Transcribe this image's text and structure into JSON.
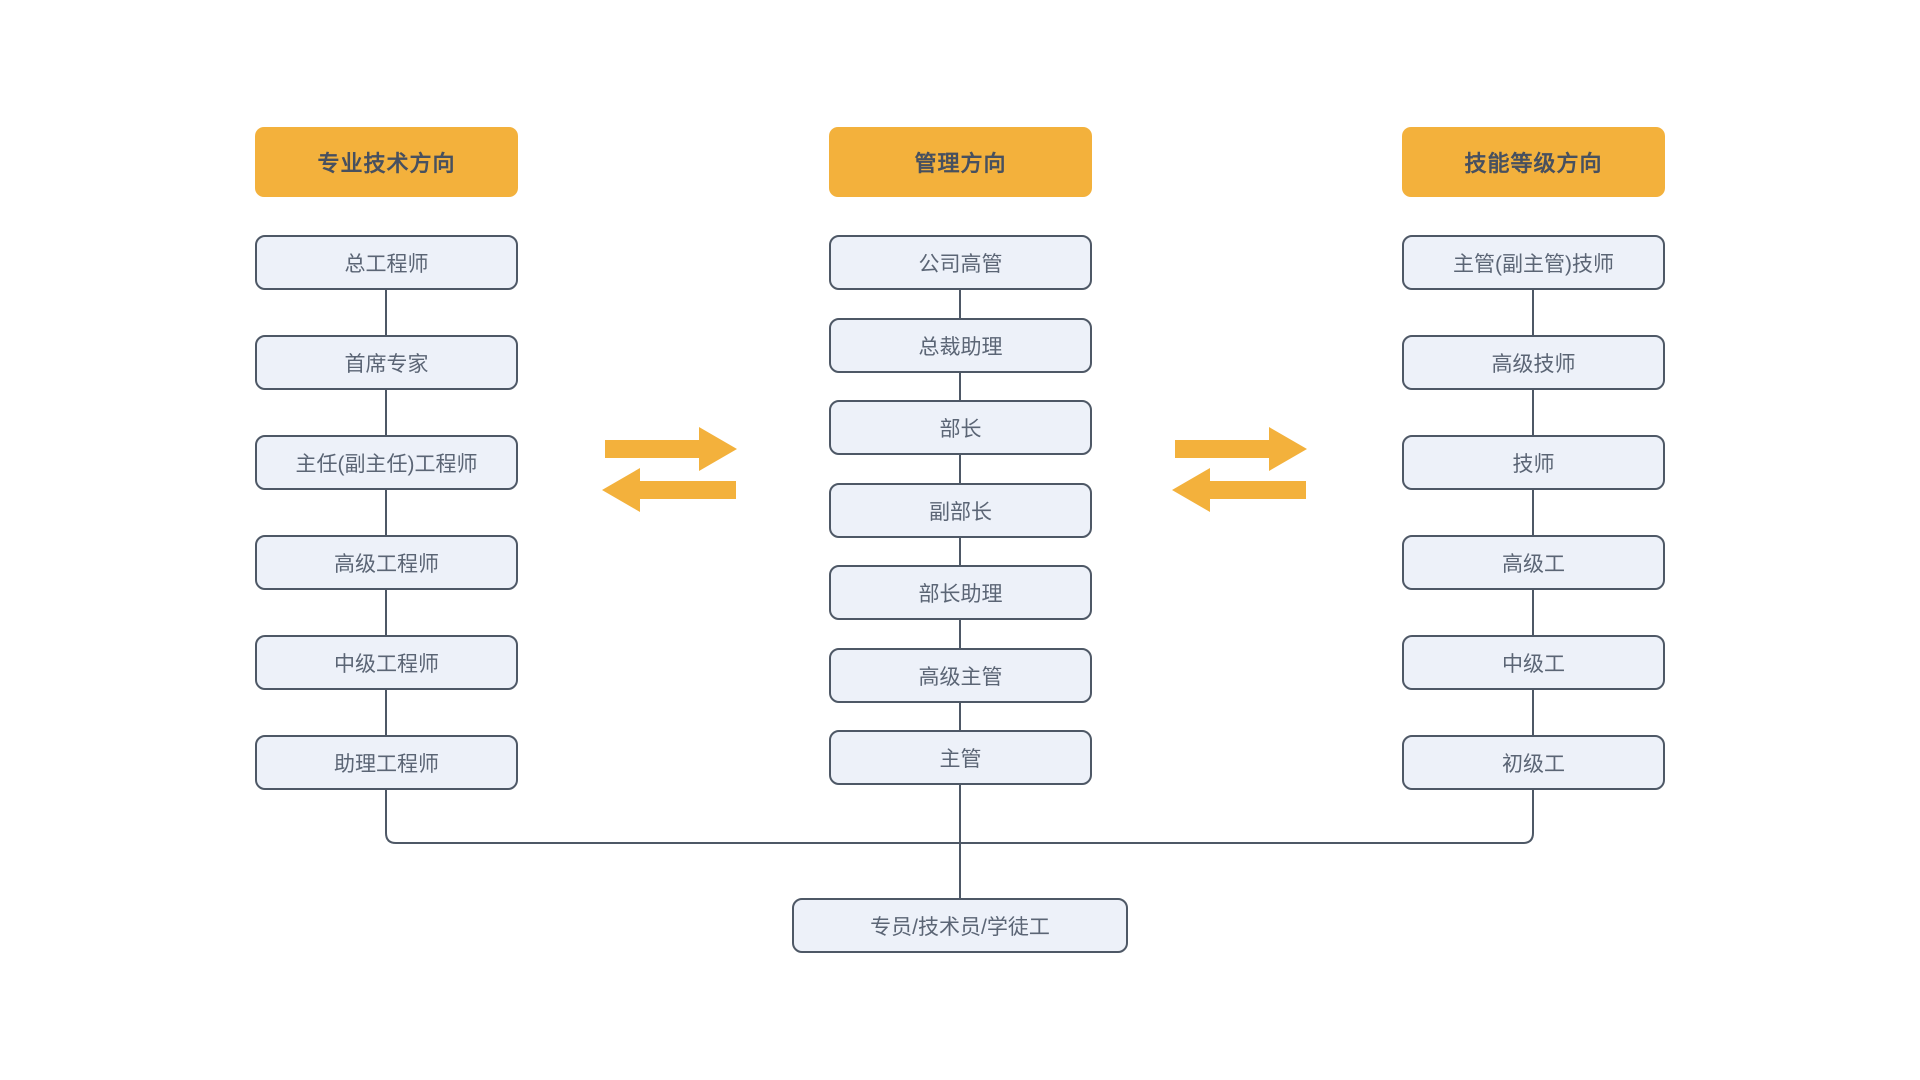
{
  "colors": {
    "accent_orange": "#F3B13C",
    "box_fill": "#EDF1F9",
    "box_border": "#4E5866",
    "connector_line": "#4E5866",
    "box_text": "#5B6575",
    "header_text": "#47505F",
    "background": "#FFFFFF"
  },
  "columns": [
    {
      "header": "专业技术方向",
      "items": [
        "总工程师",
        "首席专家",
        "主任(副主任)工程师",
        "高级工程师",
        "中级工程师",
        "助理工程师"
      ]
    },
    {
      "header": "管理方向",
      "items": [
        "公司高管",
        "总裁助理",
        "部长",
        "副部长",
        "部长助理",
        "高级主管",
        "主管"
      ]
    },
    {
      "header": "技能等级方向",
      "items": [
        "主管(副主管)技师",
        "高级技师",
        "技师",
        "高级工",
        "中级工",
        "初级工"
      ]
    }
  ],
  "base": {
    "label": "专员/技术员/学徒工"
  },
  "icons": {
    "exchange_arrows_left": "double-exchange-arrows",
    "exchange_arrows_right": "double-exchange-arrows"
  }
}
